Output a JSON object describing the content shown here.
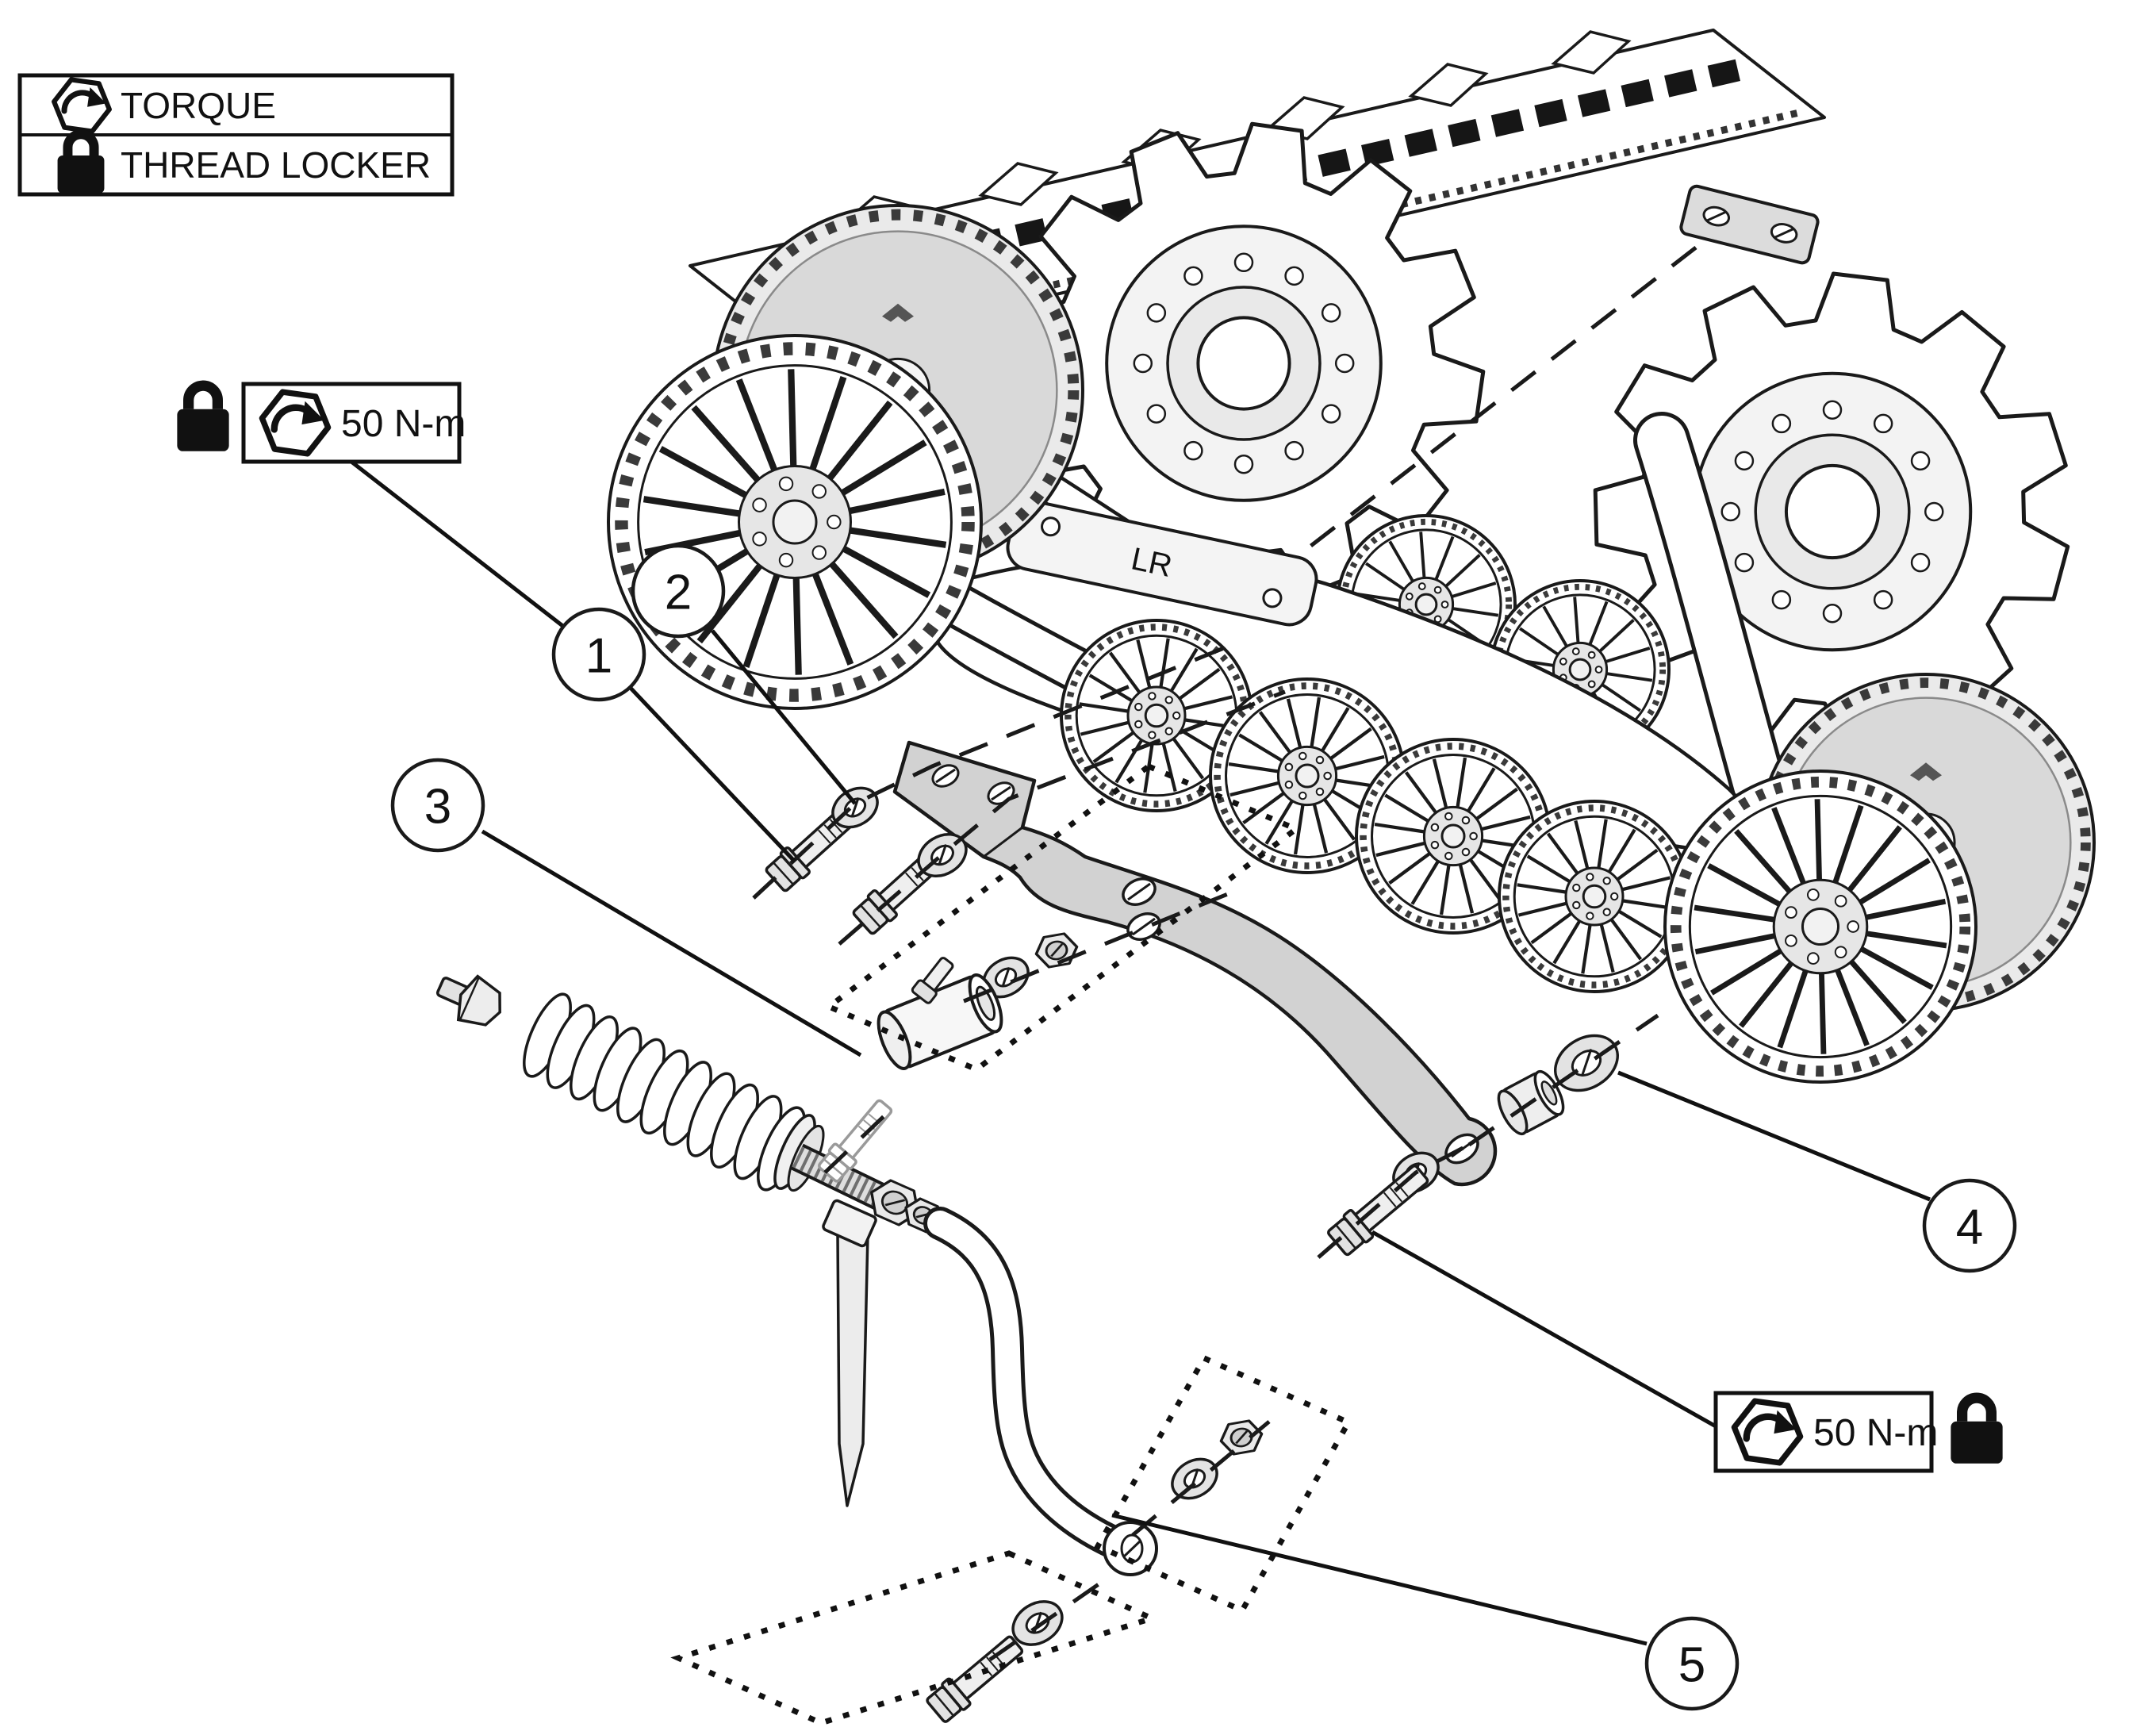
{
  "legend": {
    "items": [
      {
        "icon": "torque-hex-arrow-icon",
        "label": "TORQUE"
      },
      {
        "icon": "thread-locker-lock-icon",
        "label": "THREAD LOCKER"
      }
    ]
  },
  "torque_callouts": {
    "upper_left": {
      "value": "50 N-m",
      "thread_locker": true
    },
    "lower_right": {
      "value": "50 N-m",
      "thread_locker": true
    }
  },
  "callouts": [
    {
      "number": "1"
    },
    {
      "number": "2"
    },
    {
      "number": "3"
    },
    {
      "number": "4"
    },
    {
      "number": "5"
    }
  ],
  "markings": {
    "frame_label": "LR"
  },
  "colors": {
    "line": "#1a1a1a",
    "background": "#ffffff",
    "metal_gray": "#d2d2d2"
  }
}
